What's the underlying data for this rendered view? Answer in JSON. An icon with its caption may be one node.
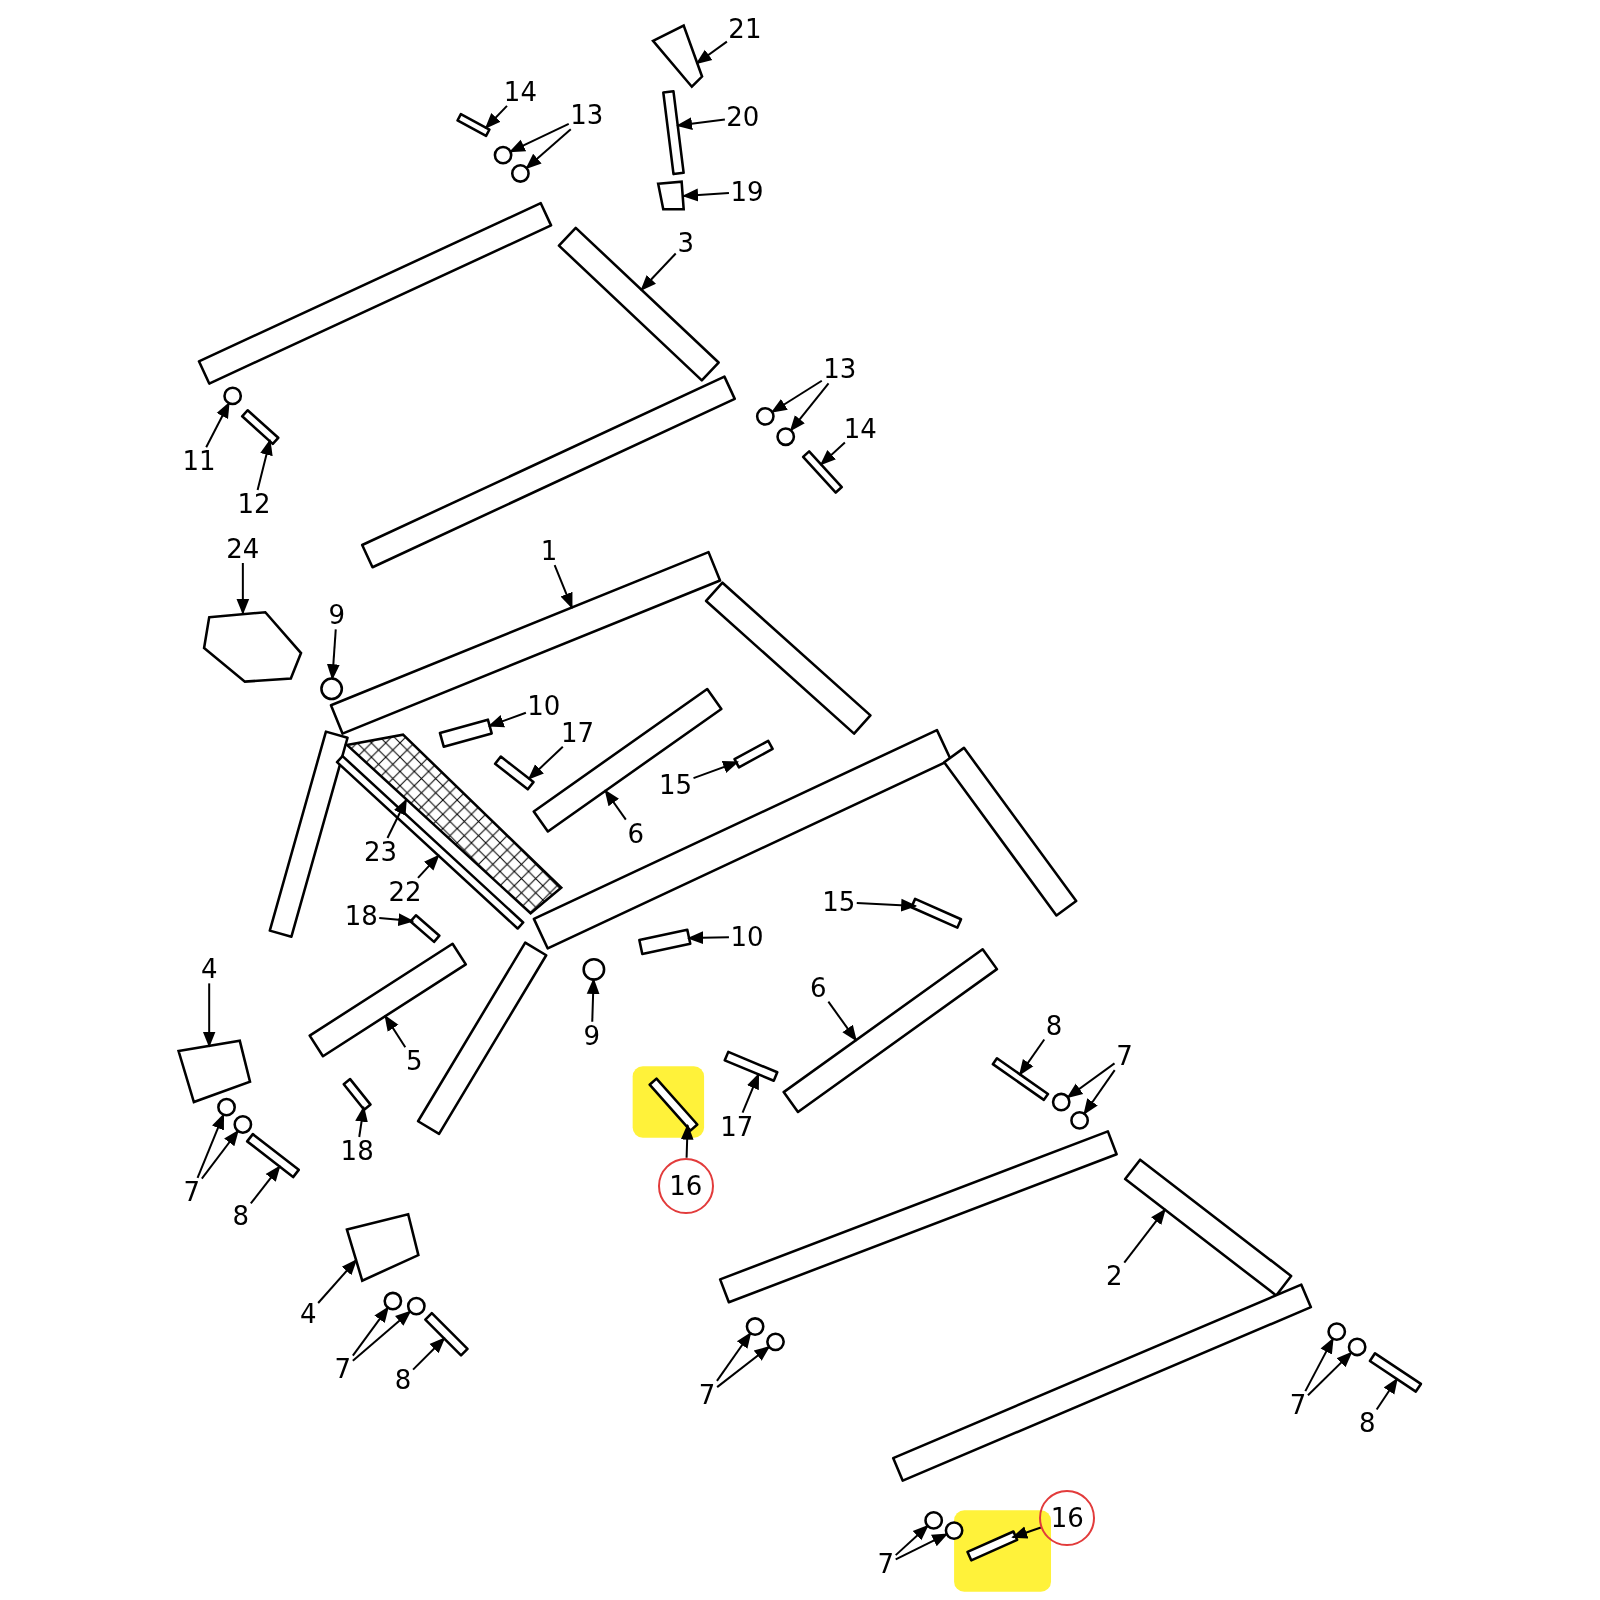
{
  "diagram": {
    "nodes": [
      {
        "text": [
          "21"
        ]
      },
      {
        "text": [
          "20"
        ]
      },
      {
        "text": [
          "14"
        ]
      },
      {
        "text": [
          "13"
        ]
      },
      {
        "text": [
          "19"
        ]
      },
      {
        "text": [
          "3"
        ]
      },
      {
        "text": [
          "13"
        ]
      },
      {
        "text": [
          "14"
        ]
      },
      {
        "text": [
          "11"
        ]
      },
      {
        "text": [
          "12"
        ]
      },
      {
        "text": [
          "24"
        ]
      },
      {
        "text": [
          "1"
        ]
      },
      {
        "text": [
          "9"
        ]
      },
      {
        "text": [
          "10"
        ]
      },
      {
        "text": [
          "17"
        ]
      },
      {
        "text": [
          "15"
        ]
      },
      {
        "text": [
          "6"
        ]
      },
      {
        "text": [
          "23"
        ]
      },
      {
        "text": [
          "22"
        ]
      },
      {
        "text": [
          "15"
        ]
      },
      {
        "text": [
          "18"
        ]
      },
      {
        "text": [
          "10"
        ]
      },
      {
        "text": [
          "4"
        ]
      },
      {
        "text": [
          "6"
        ]
      },
      {
        "text": [
          "9"
        ]
      },
      {
        "text": [
          "8"
        ]
      },
      {
        "text": [
          "7"
        ]
      },
      {
        "text": [
          "5"
        ]
      },
      {
        "text": [
          "17"
        ]
      },
      {
        "text": [
          "18"
        ]
      },
      {
        "text": [
          "16"
        ]
      },
      {
        "text": [
          "7"
        ]
      },
      {
        "text": [
          "8"
        ]
      },
      {
        "text": [
          "2"
        ]
      },
      {
        "text": [
          "4"
        ]
      },
      {
        "text": [
          "7"
        ]
      },
      {
        "text": [
          "8"
        ]
      },
      {
        "text": [
          "7"
        ]
      },
      {
        "text": [
          "7"
        ]
      },
      {
        "text": [
          "8"
        ]
      },
      {
        "text": [
          "16"
        ]
      },
      {
        "text": [
          "7"
        ]
      },
      {
        "text": [],
        "shape": "box"
      },
      {
        "text": [],
        "shape": "bar"
      },
      {
        "text": [],
        "shape": "bar"
      },
      {
        "text": [],
        "shape": "circle"
      },
      {
        "text": [],
        "shape": "circle"
      },
      {
        "text": [],
        "shape": "box"
      },
      {
        "text": [],
        "shape": "bar"
      },
      {
        "text": [],
        "shape": "circle"
      },
      {
        "text": [],
        "shape": "circle"
      },
      {
        "text": [],
        "shape": "bar"
      },
      {
        "text": [],
        "shape": "circle"
      },
      {
        "text": [],
        "shape": "bar"
      },
      {
        "text": [],
        "shape": "box"
      },
      {
        "text": [],
        "shape": "bar"
      },
      {
        "text": [],
        "shape": "circle"
      },
      {
        "text": [],
        "shape": "bar"
      },
      {
        "text": [],
        "shape": "bar"
      },
      {
        "text": [],
        "shape": "bar"
      },
      {
        "text": [],
        "shape": "cylinder"
      },
      {
        "text": [],
        "shape": "box"
      },
      {
        "text": [],
        "shape": "bar"
      },
      {
        "text": [],
        "shape": "bar"
      },
      {
        "text": [],
        "shape": "bar"
      },
      {
        "text": [],
        "shape": "bar"
      },
      {
        "text": [],
        "shape": "box"
      },
      {
        "text": [],
        "shape": "cylinder"
      },
      {
        "text": [],
        "shape": "circle"
      },
      {
        "text": [],
        "shape": "bar"
      },
      {
        "text": [],
        "shape": "circle"
      },
      {
        "text": [],
        "shape": "circle"
      },
      {
        "text": [],
        "shape": "cylinder"
      },
      {
        "text": [],
        "shape": "bar"
      },
      {
        "text": [],
        "shape": "bar"
      },
      {
        "text": [],
        "shape": "bar"
      },
      {
        "text": [],
        "shape": "circle"
      },
      {
        "text": [],
        "shape": "circle"
      },
      {
        "text": [],
        "shape": "bar"
      },
      {
        "text": [],
        "shape": "bar"
      },
      {
        "text": [],
        "shape": "box"
      },
      {
        "text": [],
        "shape": "circle"
      },
      {
        "text": [],
        "shape": "circle"
      },
      {
        "text": [],
        "shape": "bar"
      },
      {
        "text": [],
        "shape": "circle"
      },
      {
        "text": [],
        "shape": "circle"
      },
      {
        "text": [],
        "shape": "circle"
      },
      {
        "text": [],
        "shape": "circle"
      },
      {
        "text": [],
        "shape": "bar"
      },
      {
        "text": [],
        "shape": "bar"
      },
      {
        "text": [],
        "shape": "circle"
      },
      {
        "text": [],
        "shape": "circle"
      },
      {
        "text": [],
        "shape": "bar"
      },
      {
        "text": [],
        "shape": "bar"
      },
      {
        "text": [],
        "shape": "bar"
      },
      {
        "text": [],
        "shape": "bar"
      }
    ],
    "edges": [
      {
        "from": 0,
        "to": 42,
        "arrow": "to"
      },
      {
        "from": 1,
        "to": 43,
        "arrow": "to"
      },
      {
        "from": 2,
        "to": 44,
        "arrow": "to"
      },
      {
        "from": 3,
        "to": 45,
        "arrow": "to"
      },
      {
        "from": 3,
        "to": 46,
        "arrow": "to"
      },
      {
        "from": 4,
        "to": 47,
        "arrow": "to"
      },
      {
        "from": 5,
        "to": 48,
        "arrow": "to"
      },
      {
        "from": 6,
        "to": 49,
        "arrow": "to"
      },
      {
        "from": 6,
        "to": 50,
        "arrow": "to"
      },
      {
        "from": 7,
        "to": 51,
        "arrow": "to"
      },
      {
        "from": 8,
        "to": 52,
        "arrow": "to"
      },
      {
        "from": 9,
        "to": 53,
        "arrow": "to"
      },
      {
        "from": 10,
        "to": 54,
        "arrow": "to"
      },
      {
        "from": 11,
        "to": 55,
        "arrow": "to"
      },
      {
        "from": 12,
        "to": 56,
        "arrow": "to"
      },
      {
        "from": 13,
        "to": 57,
        "arrow": "to"
      },
      {
        "from": 14,
        "to": 58,
        "arrow": "to"
      },
      {
        "from": 15,
        "to": 59,
        "arrow": "to"
      },
      {
        "from": 16,
        "to": 60,
        "arrow": "to"
      },
      {
        "from": 17,
        "to": 61,
        "arrow": "to"
      },
      {
        "from": 18,
        "to": 62,
        "arrow": "to"
      },
      {
        "from": 19,
        "to": 63,
        "arrow": "to"
      },
      {
        "from": 20,
        "to": 64,
        "arrow": "to"
      },
      {
        "from": 21,
        "to": 65,
        "arrow": "to"
      },
      {
        "from": 22,
        "to": 66,
        "arrow": "to"
      },
      {
        "from": 23,
        "to": 67,
        "arrow": "to"
      },
      {
        "from": 24,
        "to": 68,
        "arrow": "to"
      },
      {
        "from": 25,
        "to": 69,
        "arrow": "to"
      },
      {
        "from": 26,
        "to": 70,
        "arrow": "to"
      },
      {
        "from": 26,
        "to": 71,
        "arrow": "to"
      },
      {
        "from": 27,
        "to": 72,
        "arrow": "to"
      },
      {
        "from": 28,
        "to": 73,
        "arrow": "to"
      },
      {
        "from": 29,
        "to": 74,
        "arrow": "to"
      },
      {
        "from": 30,
        "to": 75,
        "arrow": "to"
      },
      {
        "from": 31,
        "to": 76,
        "arrow": "to"
      },
      {
        "from": 31,
        "to": 77,
        "arrow": "to"
      },
      {
        "from": 32,
        "to": 78,
        "arrow": "to"
      },
      {
        "from": 33,
        "to": 79,
        "arrow": "to"
      },
      {
        "from": 34,
        "to": 80,
        "arrow": "to"
      },
      {
        "from": 35,
        "to": 81,
        "arrow": "to"
      },
      {
        "from": 35,
        "to": 82,
        "arrow": "to"
      },
      {
        "from": 36,
        "to": 83,
        "arrow": "to"
      },
      {
        "from": 37,
        "to": 84,
        "arrow": "to"
      },
      {
        "from": 37,
        "to": 85,
        "arrow": "to"
      },
      {
        "from": 38,
        "to": 86,
        "arrow": "to"
      },
      {
        "from": 38,
        "to": 87,
        "arrow": "to"
      },
      {
        "from": 39,
        "to": 88,
        "arrow": "to"
      },
      {
        "from": 40,
        "to": 89,
        "arrow": "to"
      },
      {
        "from": 41,
        "to": 90,
        "arrow": "to"
      },
      {
        "from": 41,
        "to": 91,
        "arrow": "to"
      }
    ]
  }
}
